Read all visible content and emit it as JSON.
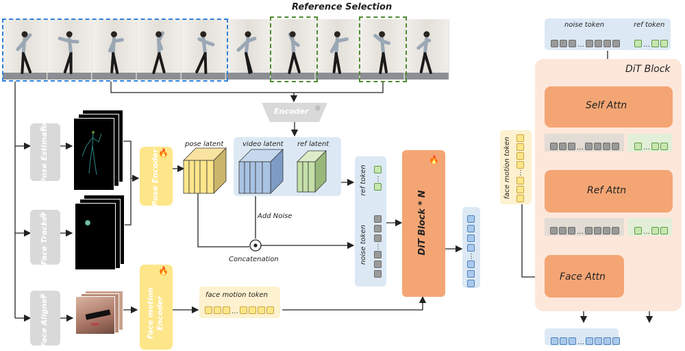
{
  "title": "Reference Selection",
  "modules": {
    "pose_estimator": "Pose Estimator",
    "face_tracker": "Face Tracker",
    "face_aligner": "Face Aligner",
    "pose_encoder": "Pose Encoder",
    "face_motion_encoder": "Face motion Encoder",
    "encoder": "Encoder"
  },
  "latents": {
    "pose_latent": "pose latent",
    "video_latent": "video latent",
    "ref_latent": "ref latent"
  },
  "labels": {
    "add_noise": "Add Noise",
    "concatenation": "Concatenation",
    "ref_token": "ref token",
    "noise_token": "noise token",
    "face_motion_token": "face motion token",
    "dit_block_n": "DiT Block * N"
  },
  "dit_detail": {
    "title": "DiT Block",
    "noise_token": "noise token",
    "ref_token": "ref token",
    "face_motion_token": "face motion token",
    "self_attn": "Self Attn",
    "ref_attn": "Ref Attn",
    "face_attn": "Face Attn"
  },
  "icons": {
    "frozen": "snowflake-icon",
    "trainable": "flame-icon"
  },
  "colors": {
    "blue_selection": "#2f7fd8",
    "green_selection": "#4e8a2e",
    "pose_yellow": "#fde68a",
    "block_orange": "#f4a574",
    "panel_peach": "#fde7da",
    "panel_blue": "#dce9f5",
    "panel_green": "#e2efd8"
  }
}
